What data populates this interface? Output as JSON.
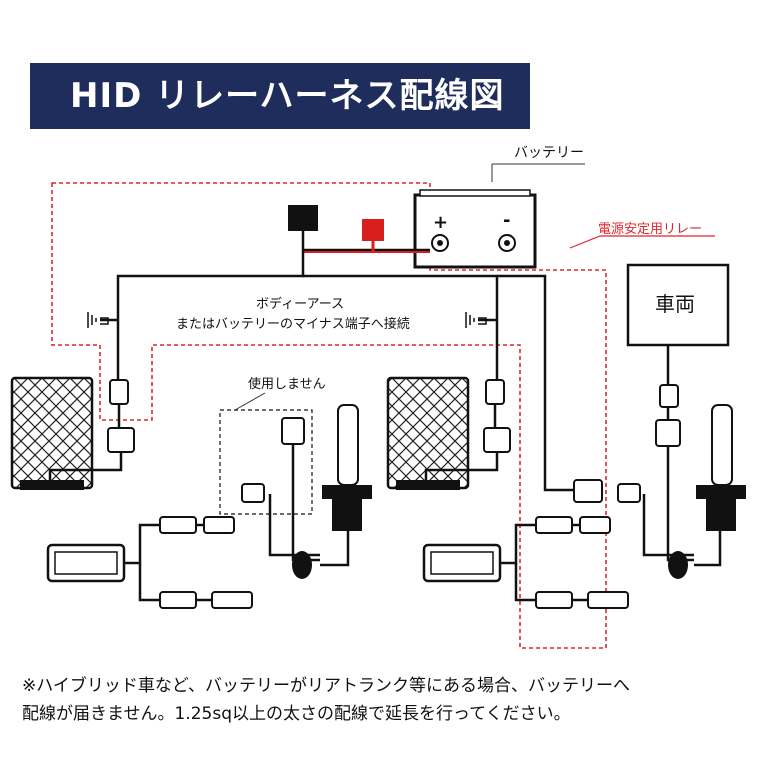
{
  "title": "HID リレーハーネス配線図",
  "labels": {
    "battery": "バッテリー",
    "relay": "電源安定用リレー",
    "vehicle": "車両",
    "ground_line1": "ボディーアース",
    "ground_line2": "またはバッテリーのマイナス端子へ接続",
    "not_used": "使用しません"
  },
  "battery_terminals": {
    "plus": "+",
    "minus": "-"
  },
  "note": {
    "line1": "※ハイブリッド車など、バッテリーがリアトランク等にある場合、バッテリーへ",
    "line2": "配線が届きません。1.25sq以上の太さの配線で延長を行ってください。"
  },
  "colors": {
    "title_bg": "#1f2d5c",
    "relay_dash": "#e0262b",
    "fuse": "#d91e1e",
    "wire": "#111111"
  }
}
